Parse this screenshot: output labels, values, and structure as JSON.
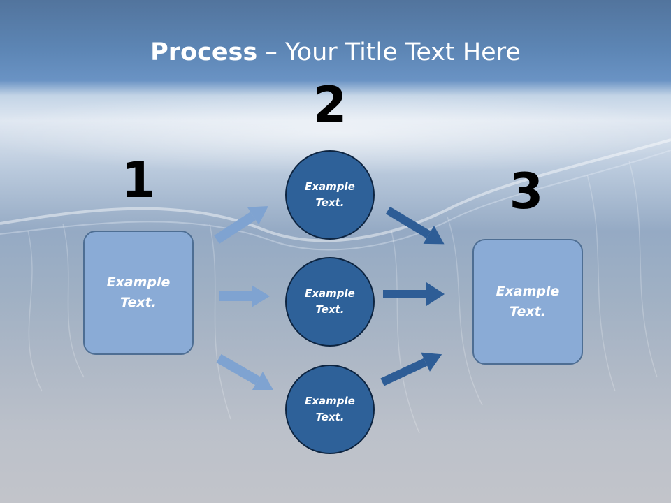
{
  "slide": {
    "title_bold": "Process",
    "title_rest": " – Your Title Text Here"
  },
  "steps": {
    "one": "1",
    "two": "2",
    "three": "3"
  },
  "left_box": {
    "line1": "Example",
    "line2": "Text."
  },
  "circles": [
    {
      "line1": "Example",
      "line2": "Text."
    },
    {
      "line1": "Example",
      "line2": "Text."
    },
    {
      "line1": "Example",
      "line2": "Text."
    }
  ],
  "right_box": {
    "line1": "Example",
    "line2": "Text."
  },
  "colors": {
    "box_fill": "#8aabd6",
    "circle_fill": "#2e6199",
    "light_arrow": "#7fa3d1",
    "dark_arrow": "#2e5d96"
  }
}
